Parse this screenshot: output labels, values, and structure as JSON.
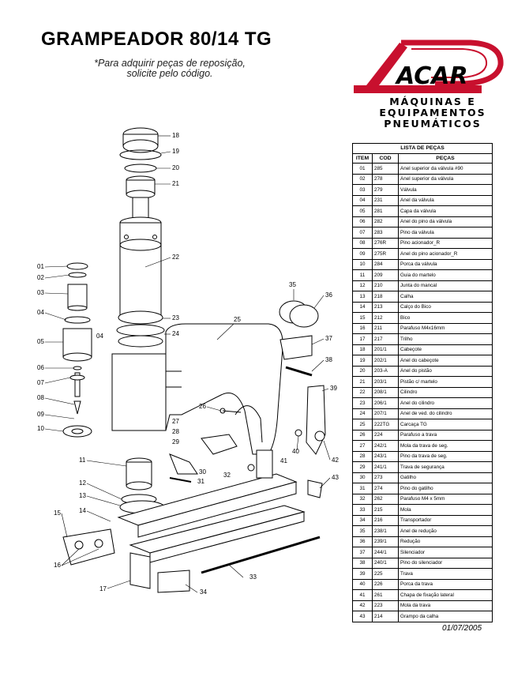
{
  "title": "GRAMPEADOR 80/14 TG",
  "note_line1": "*Para adquirir peças de reposição,",
  "note_line2": "solicite pelo código.",
  "logo": {
    "text": "ACAR",
    "tagline": [
      "MÁQUINAS E",
      "EQUIPAMENTOS",
      "PNEUMÁTICOS"
    ],
    "color": "#c8102e"
  },
  "table": {
    "title": "LISTA DE PEÇAS",
    "headers": [
      "ITEM",
      "COD",
      "PEÇAS"
    ],
    "rows": [
      [
        "01",
        "285",
        "Anel superior da válvula #90"
      ],
      [
        "02",
        "278",
        "Anel superior da válvula"
      ],
      [
        "03",
        "279",
        "Válvula"
      ],
      [
        "04",
        "231",
        "Anel da válvula"
      ],
      [
        "05",
        "281",
        "Capa da válvula"
      ],
      [
        "06",
        "282",
        "Anel do pino da válvula"
      ],
      [
        "07",
        "283",
        "Pino da válvula"
      ],
      [
        "08",
        "276R",
        "Pino acionador_R"
      ],
      [
        "09",
        "275R",
        "Anel do pino acionador_R"
      ],
      [
        "10",
        "284",
        "Porca da válvula"
      ],
      [
        "11",
        "209",
        "Guia do martelo"
      ],
      [
        "12",
        "210",
        "Junta do mancal"
      ],
      [
        "13",
        "218",
        "Calha"
      ],
      [
        "14",
        "213",
        "Calço do Bico"
      ],
      [
        "15",
        "212",
        "Bico"
      ],
      [
        "16",
        "211",
        "Parafuso M4x16mm"
      ],
      [
        "17",
        "217",
        "Trilho"
      ],
      [
        "18",
        "201/1",
        "Cabeçote"
      ],
      [
        "19",
        "202/1",
        "Anel do cabeçote"
      ],
      [
        "20",
        "203-A",
        "Anel do pistão"
      ],
      [
        "21",
        "203/1",
        "Pistão c/ martelo"
      ],
      [
        "22",
        "208/1",
        "Cilindro"
      ],
      [
        "23",
        "206/1",
        "Anel do cilindro"
      ],
      [
        "24",
        "207/1",
        "Anel de ved. do cilindro"
      ],
      [
        "25",
        "222TG",
        "Carcaça TG"
      ],
      [
        "26",
        "224",
        "Parafuso a trava"
      ],
      [
        "27",
        "242/1",
        "Mola da trava de seg."
      ],
      [
        "28",
        "243/1",
        "Pino da trava de seg."
      ],
      [
        "29",
        "241/1",
        "Trava de segurança"
      ],
      [
        "30",
        "273",
        "Gatilho"
      ],
      [
        "31",
        "274",
        "Pino do gatilho"
      ],
      [
        "32",
        "262",
        "Parafuso M4 x 5mm"
      ],
      [
        "33",
        "215",
        "Mola"
      ],
      [
        "34",
        "216",
        "Transportador"
      ],
      [
        "35",
        "238/1",
        "Anel de redução"
      ],
      [
        "36",
        "239/1",
        "Redução"
      ],
      [
        "37",
        "244/1",
        "Silenciador"
      ],
      [
        "38",
        "240/1",
        "Pino do silenciador"
      ],
      [
        "39",
        "225",
        "Trava"
      ],
      [
        "40",
        "226",
        "Porca da trava"
      ],
      [
        "41",
        "261",
        "Chapa de fixação lateral"
      ],
      [
        "42",
        "223",
        "Mola da trava"
      ],
      [
        "43",
        "214",
        "Grampo da calha"
      ]
    ]
  },
  "diagram_labels": [
    "18",
    "19",
    "20",
    "21",
    "22",
    "01",
    "02",
    "03",
    "04",
    "05",
    "04",
    "06",
    "07",
    "08",
    "09",
    "10",
    "11",
    "12",
    "13",
    "14",
    "15",
    "16",
    "17",
    "23",
    "24",
    "25",
    "26",
    "27",
    "28",
    "29",
    "30",
    "31",
    "32",
    "33",
    "34",
    "35",
    "36",
    "37",
    "38",
    "39",
    "40",
    "41",
    "42",
    "43"
  ],
  "date": "01/07/2005"
}
